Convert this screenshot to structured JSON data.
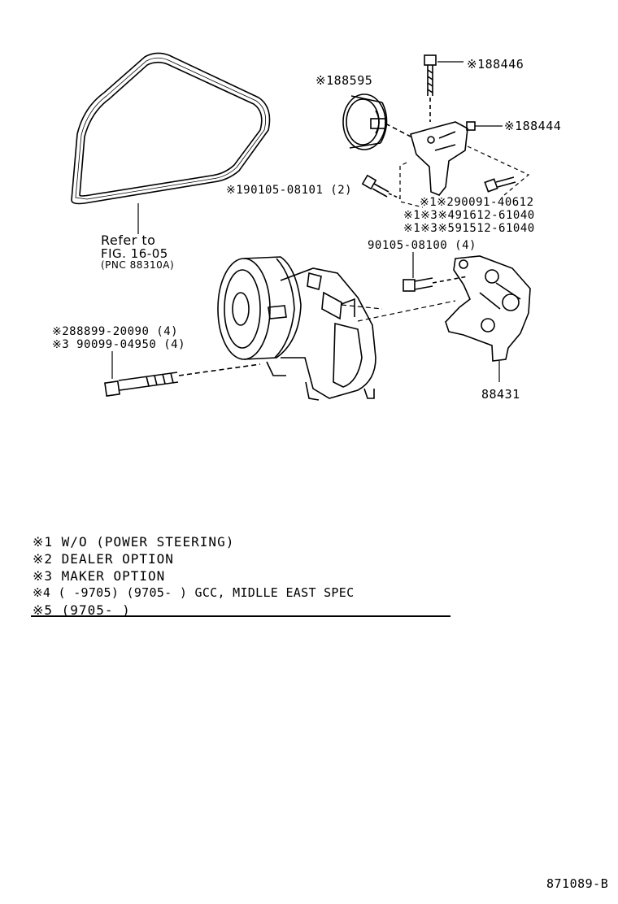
{
  "callouts": {
    "p188595": "※188595",
    "p188446": "※188446",
    "p188444": "※188444",
    "p190105": "※190105-08101 (2)",
    "p290091": "※1※290091-40612",
    "p491612": "※1※3※491612-61040",
    "p591512": "※1※3※591512-61040",
    "p90105": "90105-08100 (4)",
    "p288899": "※288899-20090 (4)",
    "p390099": "※3 90099-04950 (4)",
    "p88431": "88431"
  },
  "refer": {
    "line1": "Refer to",
    "line2": "FIG. 16-05",
    "line3": "(PNC 88310A)"
  },
  "legend": [
    "※1  W/O (POWER STEERING)",
    "※2  DEALER  OPTION",
    "※3  MAKER  OPTION",
    "※4  (      -9705) (9705-      ) GCC, MIDLLE  EAST  SPEC",
    "※5  (9705-       )"
  ],
  "footer": {
    "code": "871089-B"
  },
  "icons": [
    "v-belt-icon",
    "idler-pulley-icon",
    "bolt-icon",
    "bracket-icon",
    "compressor-icon"
  ]
}
